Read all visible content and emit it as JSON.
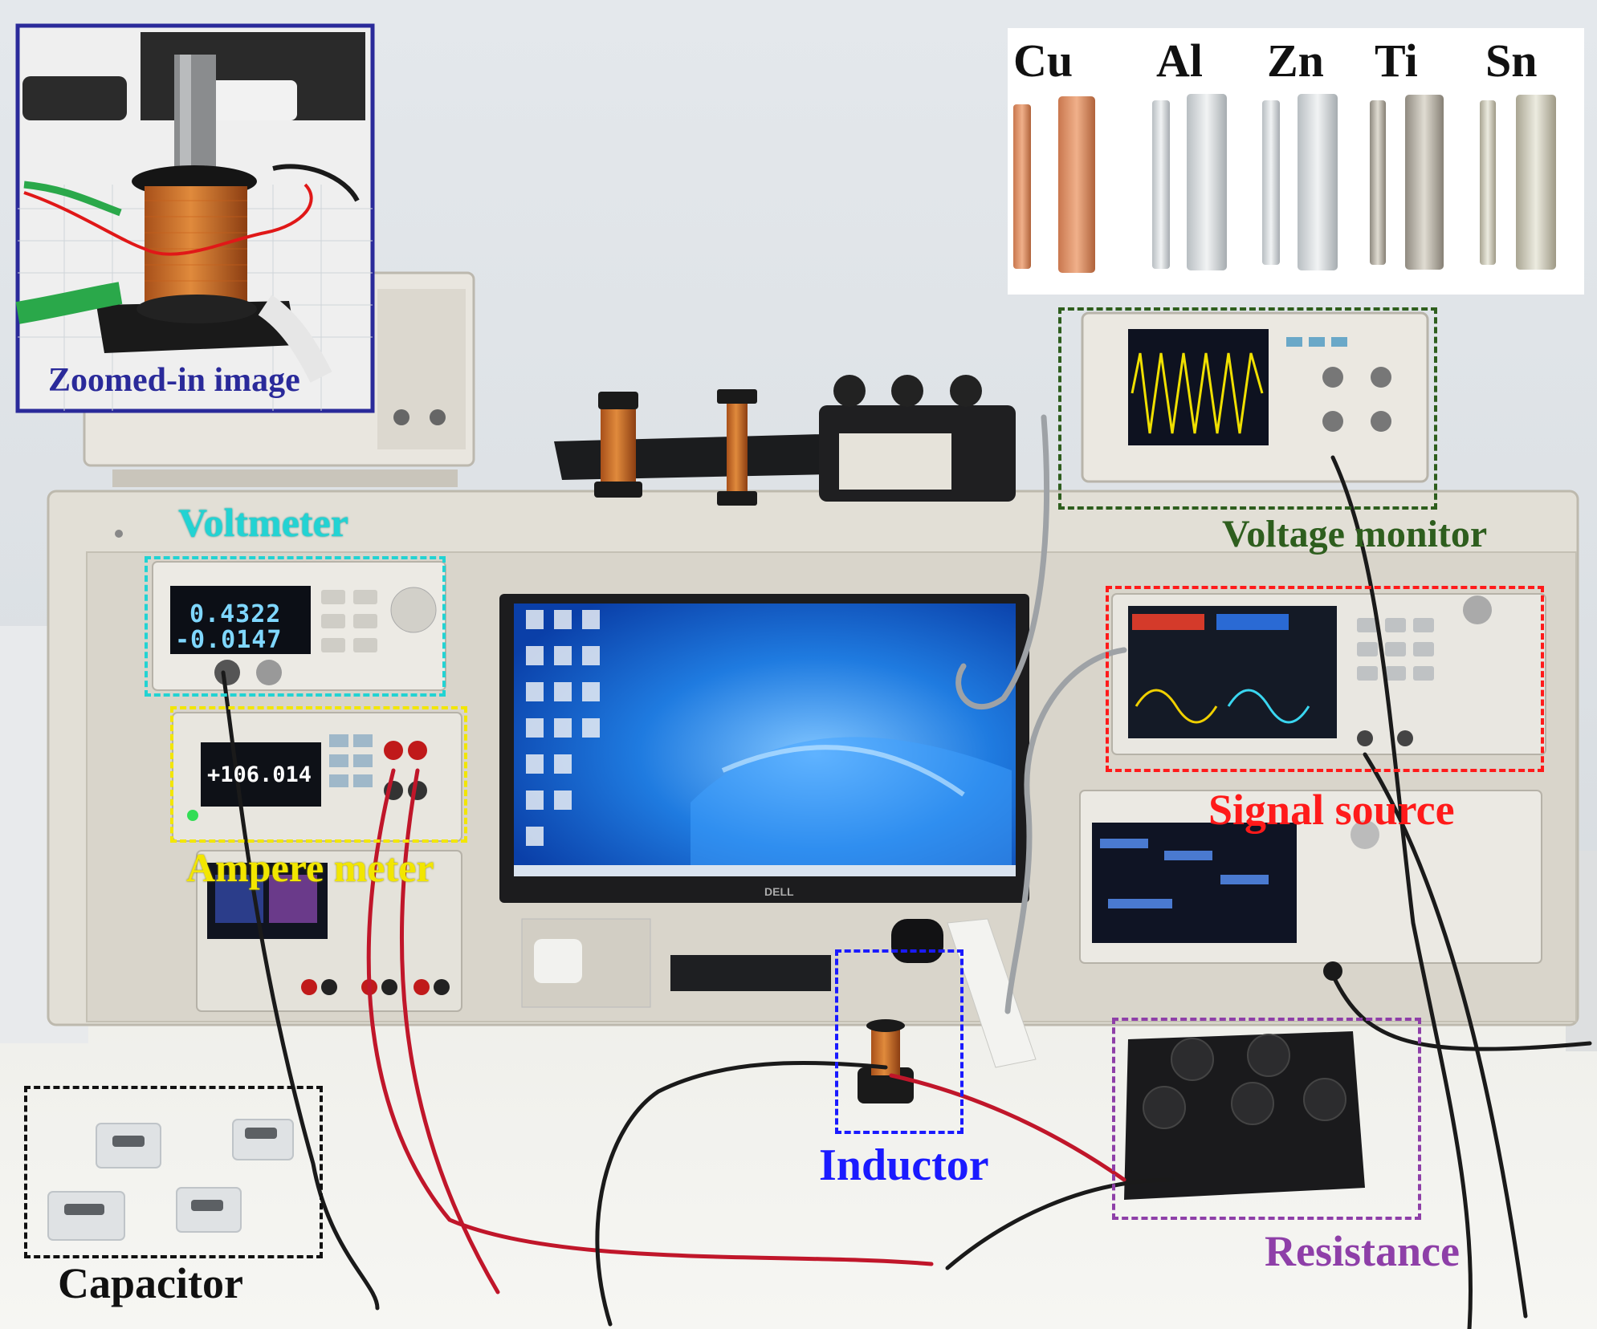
{
  "labels": {
    "voltmeter": "Voltmeter",
    "ampere_meter": "Ampere meter",
    "voltage_monitor": "Voltage monitor",
    "signal_source": "Signal source",
    "inductor": "Inductor",
    "resistance": "Resistance",
    "capacitor": "Capacitor",
    "zoomed_in": "Zoomed-in image"
  },
  "metals": [
    "Cu",
    "Al",
    "Zn",
    "Ti",
    "Sn"
  ],
  "readouts": {
    "voltmeter_top": "0.4322",
    "voltmeter_bottom": "-0.0147",
    "ampere": "+106.014"
  },
  "monitor_brand": "DELL",
  "colors": {
    "voltmeter": "#22d3d3",
    "ampere_meter": "#f2e600",
    "voltage_monitor": "#2e5e1e",
    "signal_source": "#ff1a1a",
    "inductor": "#1a1aff",
    "resistance": "#8e3fa8",
    "capacitor": "#111111",
    "zoom_frame": "#2a2a9a"
  }
}
